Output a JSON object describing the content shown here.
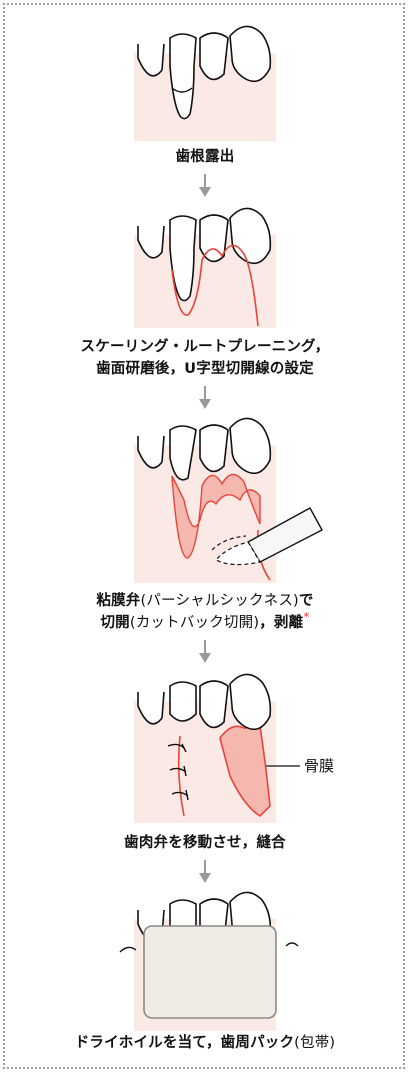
{
  "steps": [
    {
      "id": "exposure",
      "caption": "歯根露出"
    },
    {
      "id": "scaling",
      "caption_line1": "スケーリング・ルートプレーニング，",
      "caption_line2": "歯面研磨後，U字型切開線の設定"
    },
    {
      "id": "incision",
      "caption_line1_a": "粘膜弁",
      "caption_line1_b": "(パーシャルシックネス)",
      "caption_line1_c": "で",
      "caption_line2_a": "切開",
      "caption_line2_b": "(カットバック切開)",
      "caption_line2_c": "，剥離",
      "asterisk": "*"
    },
    {
      "id": "suture",
      "caption": "歯肉弁を移動させ，縫合",
      "label": "骨膜"
    },
    {
      "id": "pack",
      "caption_a": "ドライホイルを当て，歯周パック",
      "caption_b": "(包帯)"
    }
  ],
  "colors": {
    "gum": "#fbe9e6",
    "incision": "#e8443a",
    "flap": "#f4b8ae",
    "arrow": "#9a9a9a",
    "pack": "#f1ebe6"
  }
}
